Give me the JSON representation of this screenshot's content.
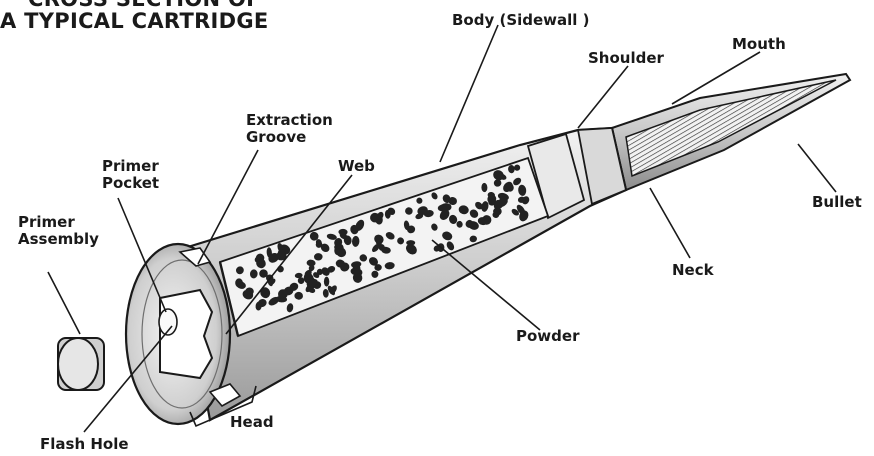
{
  "title": {
    "line1": "CROSS SECTION OF",
    "line2": "A TYPICAL CARTRIDGE"
  },
  "labels": {
    "body": "Body (Sidewall )",
    "shoulder": "Shoulder",
    "mouth": "Mouth",
    "extraction_groove_line1": "Extraction",
    "extraction_groove_line2": "Groove",
    "web": "Web",
    "primer_pocket_line1": "Primer",
    "primer_pocket_line2": "Pocket",
    "primer_assembly_line1": "Primer",
    "primer_assembly_line2": "Assembly",
    "bullet": "Bullet",
    "neck": "Neck",
    "powder": "Powder",
    "head": "Head",
    "flash_hole": "Flash Hole"
  },
  "colors": {
    "ink": "#1a1a1a",
    "metal_light": "#e4e4e4",
    "metal_mid": "#bdbdbd",
    "powder_grain": "#222222"
  }
}
